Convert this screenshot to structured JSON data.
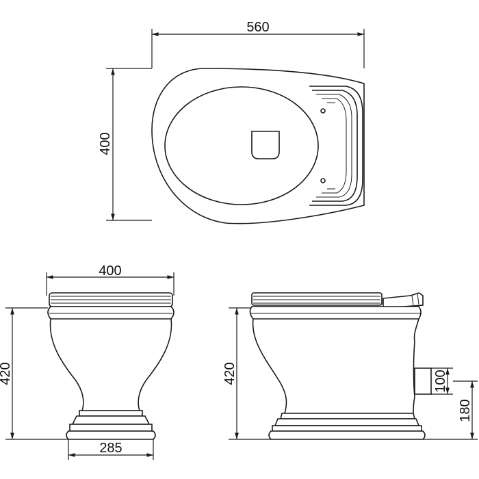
{
  "dimensions": {
    "top_width": "560",
    "top_depth": "400",
    "front_width": "400",
    "front_height": "420",
    "base_width": "285",
    "side_height": "420",
    "outlet_height": "100",
    "outlet_center": "180"
  }
}
